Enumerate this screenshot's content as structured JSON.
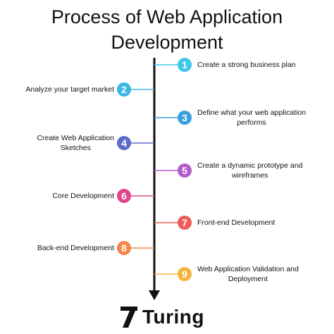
{
  "title": {
    "line1": "Process of Web Application",
    "line2": "Development"
  },
  "steps": [
    {
      "number": "1",
      "label_lines": [
        "Create a strong business plan"
      ],
      "color": "#3ec7e8",
      "side": "right"
    },
    {
      "number": "2",
      "label_lines": [
        "Analyze your target market"
      ],
      "color": "#3ab8e3",
      "side": "left"
    },
    {
      "number": "3",
      "label_lines": [
        "Define what your web application",
        "performs"
      ],
      "color": "#3a9fdc",
      "side": "right"
    },
    {
      "number": "4",
      "label_lines": [
        "Create Web Application",
        "Sketches"
      ],
      "color": "#5b6bc9",
      "side": "left"
    },
    {
      "number": "5",
      "label_lines": [
        "Create a dynamic prototype and",
        "wireframes"
      ],
      "color": "#b45ccc",
      "side": "right"
    },
    {
      "number": "6",
      "label_lines": [
        "Core Development"
      ],
      "color": "#e0458a",
      "side": "left"
    },
    {
      "number": "7",
      "label_lines": [
        "Front-end Development"
      ],
      "color": "#ec5d5a",
      "side": "right"
    },
    {
      "number": "8",
      "label_lines": [
        "Back-end Development"
      ],
      "color": "#f2874c",
      "side": "left"
    },
    {
      "number": "9",
      "label_lines": [
        "Web Application Validation and",
        "Deployment"
      ],
      "color": "#f5b43c",
      "side": "right"
    }
  ],
  "brand": {
    "name": "Turing",
    "logo_icon": "turing-logo-icon"
  }
}
